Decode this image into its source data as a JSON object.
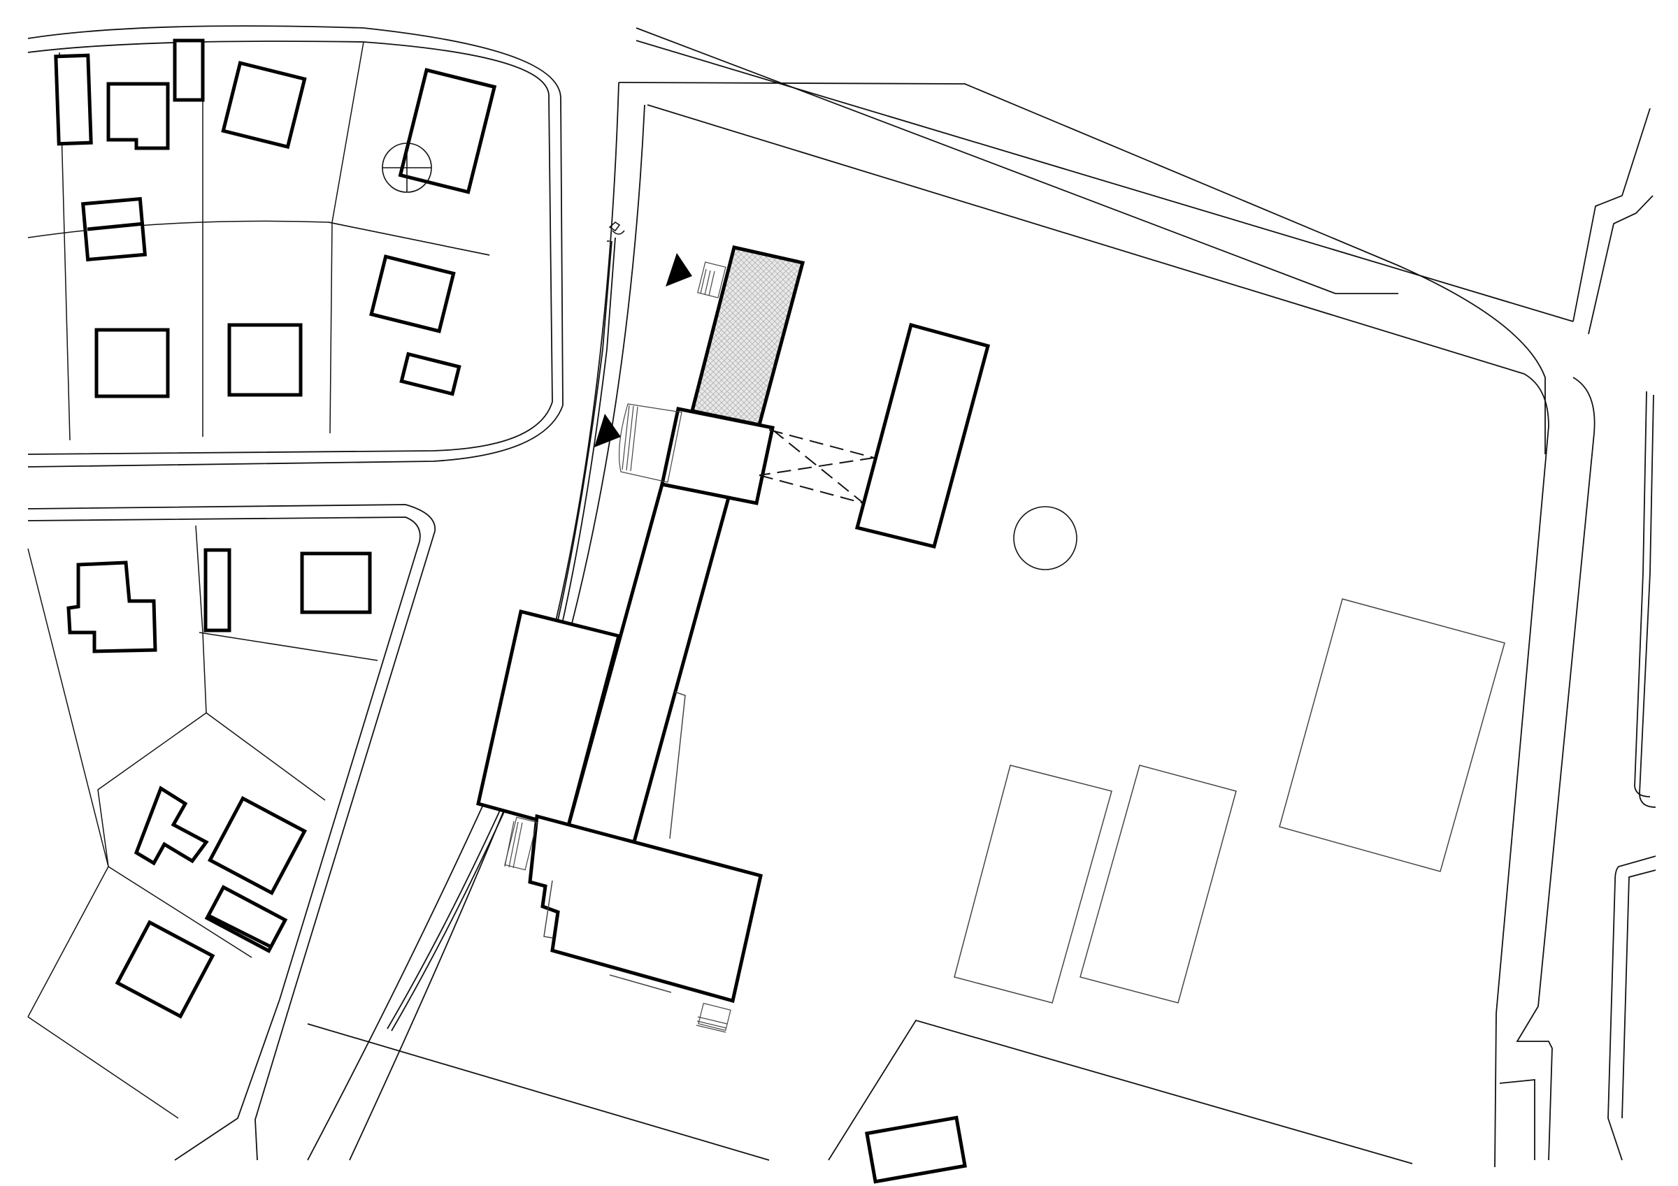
{
  "drawing": {
    "type": "site-plan",
    "north_arrows": [
      {
        "name": "entrance-marker",
        "direction": "east"
      },
      {
        "name": "entrance-marker",
        "direction": "east"
      }
    ],
    "line_color": "#000000",
    "background_color": "#ffffff",
    "hatch_color": "#b0b0b0"
  }
}
